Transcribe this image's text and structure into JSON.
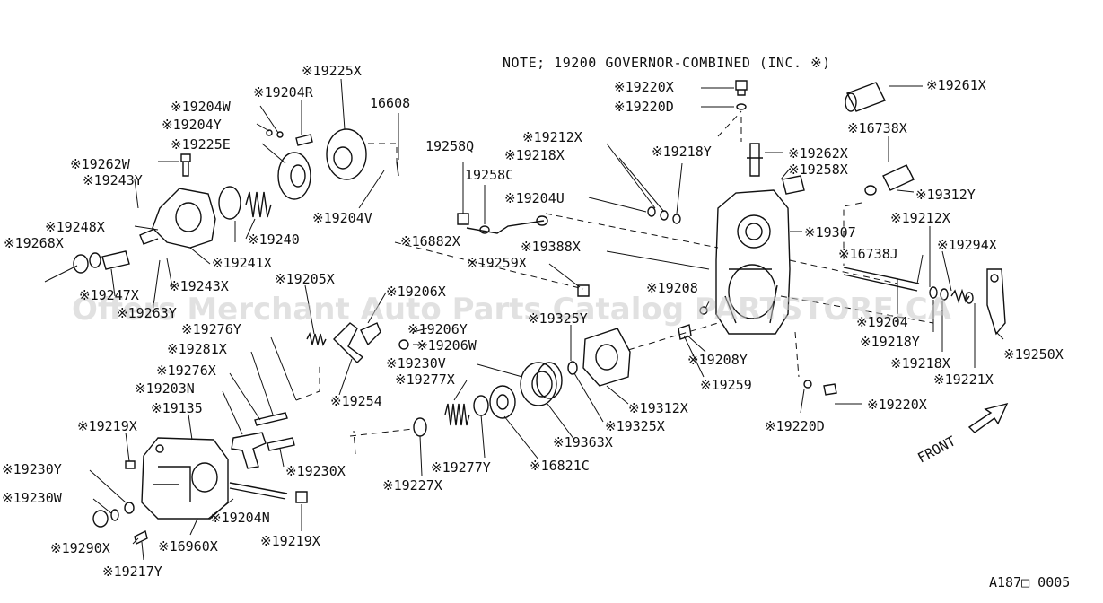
{
  "note": "NOTE; 19200 GOVERNOR-COMBINED (INC. ※)",
  "watermark": "Offers Merchant Auto Parts Catalog PARTSTORE.CA",
  "figure_code": "A187□ 0005",
  "front_label": "FRONT",
  "part_labels": [
    "※19225X",
    "※19204R",
    "16608",
    "※19204W",
    "※19204Y",
    "※19225E",
    "※19262W",
    "※19243Y",
    "※19248X",
    "※19268X",
    "※19240",
    "※19204V",
    "※19241X",
    "※19247X",
    "※19243X",
    "※19263Y",
    "※19205X",
    "※19206X",
    "※19206Y",
    "※19206W",
    "※19276Y",
    "※19281X",
    "※19276X",
    "※19203N",
    "※19254",
    "※19135",
    "※19219X",
    "※19230Y",
    "※19230W",
    "※19290X",
    "※19217Y",
    "※16960X",
    "※19204N",
    "※19219X",
    "※19230X",
    "※19227X",
    "※19277Y",
    "※16821C",
    "※19363X",
    "※19325X",
    "※19312X",
    "※19230V",
    "※19277X",
    "※19325Y",
    "※19259",
    "※19208Y",
    "※19208",
    "※19388X",
    "※19259X",
    "※16882X",
    "19258Q",
    "19258C",
    "※19204U",
    "※19212X",
    "※19218X",
    "※19218Y",
    "※19220X",
    "※19220D",
    "※19262X",
    "※19258X",
    "※19307",
    "※19261X",
    "※16738X",
    "※19312Y",
    "※19212X",
    "※16738J",
    "※19294X",
    "※19204",
    "※19218Y",
    "※19218X",
    "※19221X",
    "※19250X",
    "※19220D",
    "※19220X"
  ]
}
